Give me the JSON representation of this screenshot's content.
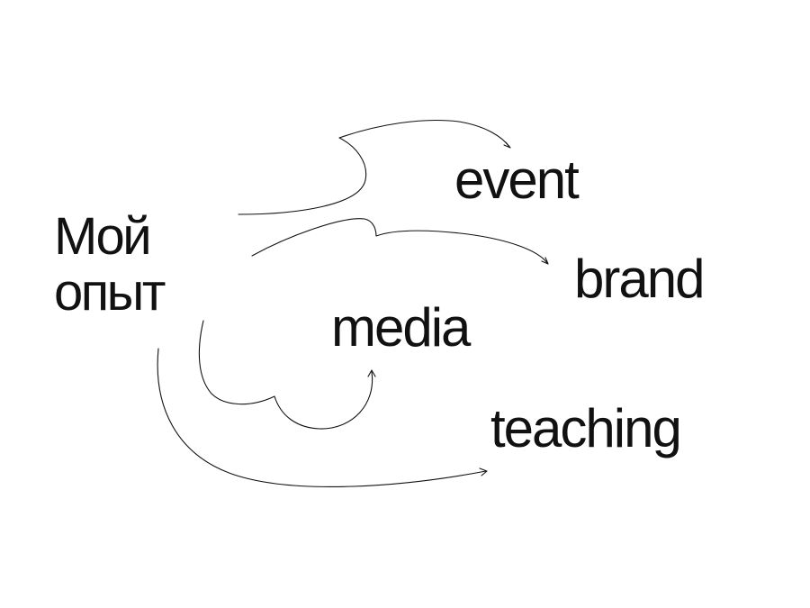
{
  "source": {
    "line1": "Мой",
    "line2": "опыт"
  },
  "targets": {
    "event": "event",
    "brand": "brand",
    "media": "media",
    "teaching": "teaching"
  },
  "colors": {
    "ink": "#111111",
    "background": "#ffffff"
  }
}
